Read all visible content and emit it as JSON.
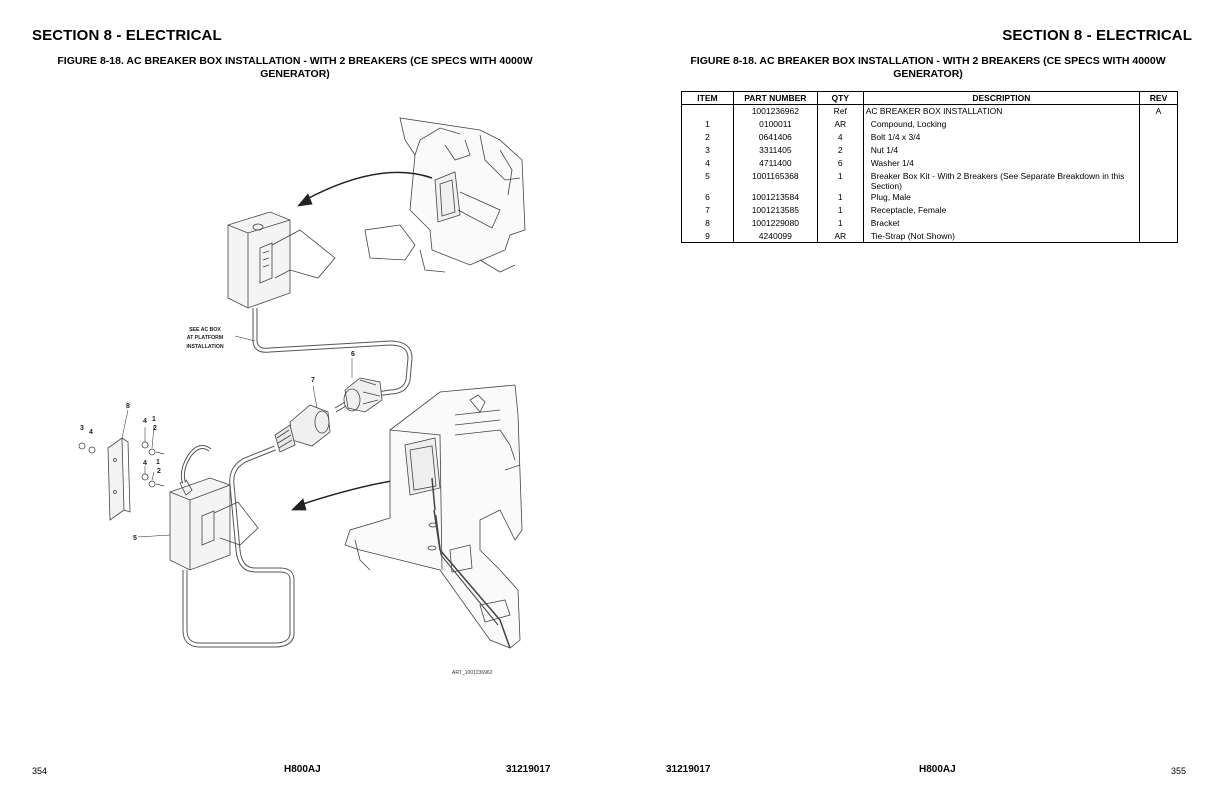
{
  "header": {
    "section_left": "SECTION 8 - ELECTRICAL",
    "section_right": "SECTION 8 - ELECTRICAL",
    "figure_title_left": "FIGURE 8-18. AC BREAKER BOX INSTALLATION - WITH 2 BREAKERS (CE SPECS WITH 4000W GENERATOR)",
    "figure_title_right": "FIGURE 8-18. AC BREAKER BOX INSTALLATION - WITH 2 BREAKERS (CE SPECS WITH 4000W GENERATOR)"
  },
  "table": {
    "columns": [
      "ITEM",
      "PART NUMBER",
      "QTY",
      "DESCRIPTION",
      "REV"
    ],
    "rows": [
      {
        "item": "",
        "part": "1001236962",
        "qty": "Ref",
        "desc": "AC BREAKER  BOX INSTALLATION",
        "rev": "A"
      },
      {
        "item": "1",
        "part": "0100011",
        "qty": "AR",
        "desc": "Compound, Locking",
        "rev": ""
      },
      {
        "item": "2",
        "part": "0641406",
        "qty": "4",
        "desc": "Bolt 1/4 x 3/4",
        "rev": ""
      },
      {
        "item": "3",
        "part": "3311405",
        "qty": "2",
        "desc": "Nut 1/4",
        "rev": ""
      },
      {
        "item": "4",
        "part": "4711400",
        "qty": "6",
        "desc": "Washer 1/4",
        "rev": ""
      },
      {
        "item": "5",
        "part": "1001165368",
        "qty": "1",
        "desc": "Breaker Box Kit - With 2 Breakers (See Separate Breakdown in this Section)",
        "rev": ""
      },
      {
        "item": "6",
        "part": "1001213584",
        "qty": "1",
        "desc": "Plug, Male",
        "rev": ""
      },
      {
        "item": "7",
        "part": "1001213585",
        "qty": "1",
        "desc": "Receptacle, Female",
        "rev": ""
      },
      {
        "item": "8",
        "part": "1001229080",
        "qty": "1",
        "desc": "Bracket",
        "rev": ""
      },
      {
        "item": "9",
        "part": "4240099",
        "qty": "AR",
        "desc": "Tie-Strap (Not Shown)",
        "rev": ""
      }
    ]
  },
  "drawing": {
    "callout_note": [
      "SEE AC BOX",
      "AT PLATFORM",
      "INSTALLATION"
    ],
    "labels": {
      "n1a": "1",
      "n2a": "2",
      "n1b": "1",
      "n2b": "2",
      "n3": "3",
      "n4a": "4",
      "n4b": "4",
      "n4c": "4",
      "n5": "5",
      "n6": "6",
      "n7": "7",
      "n8": "8"
    },
    "art_id": "ART_1001236962"
  },
  "footer": {
    "page_left": "354",
    "model_left": "H800AJ",
    "doc_left": "31219017",
    "doc_right": "31219017",
    "model_right": "H800AJ",
    "page_right": "355"
  }
}
